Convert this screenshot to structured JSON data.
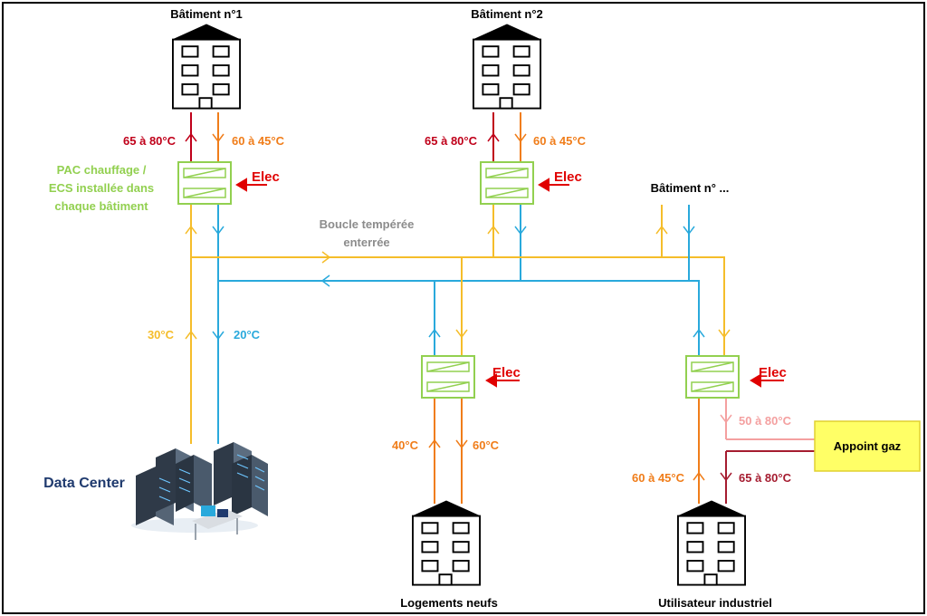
{
  "buildings": {
    "b1": "Bâtiment n°1",
    "b2": "Bâtiment n°2",
    "bn": "Bâtiment n° ...",
    "logements": "Logements neufs",
    "industriel": "Utilisateur industriel"
  },
  "temps": {
    "b1_supply": "65 à 80°C",
    "b1_return": "60 à 45°C",
    "b2_supply": "65 à 80°C",
    "b2_return": "60 à 45°C",
    "dc_warm": "30°C",
    "dc_cold": "20°C",
    "log_left": "40°C",
    "log_right": "60°C",
    "ind_left": "60 à 45°C",
    "ind_top": "50 à 80°C",
    "ind_bottom": "65 à 80°C"
  },
  "labels": {
    "pac_line1": "PAC chauffage /",
    "pac_line2": "ECS installée dans",
    "pac_line3": "chaque bâtiment",
    "loop_line1": "Boucle tempérée",
    "loop_line2": "enterrée",
    "elec": "Elec",
    "datacenter": "Data Center",
    "appoint": "Appoint gaz"
  },
  "colors": {
    "red": "#c0001a",
    "orange": "#f07d1a",
    "yellow": "#f5bd2a",
    "blue": "#29a9dc",
    "green": "#92d050",
    "pink": "#f4a0a0",
    "darkred": "#a51c30",
    "gray": "#8c8c8c",
    "navy": "#1f3a6e",
    "appoint_fill": "#ffff66"
  }
}
